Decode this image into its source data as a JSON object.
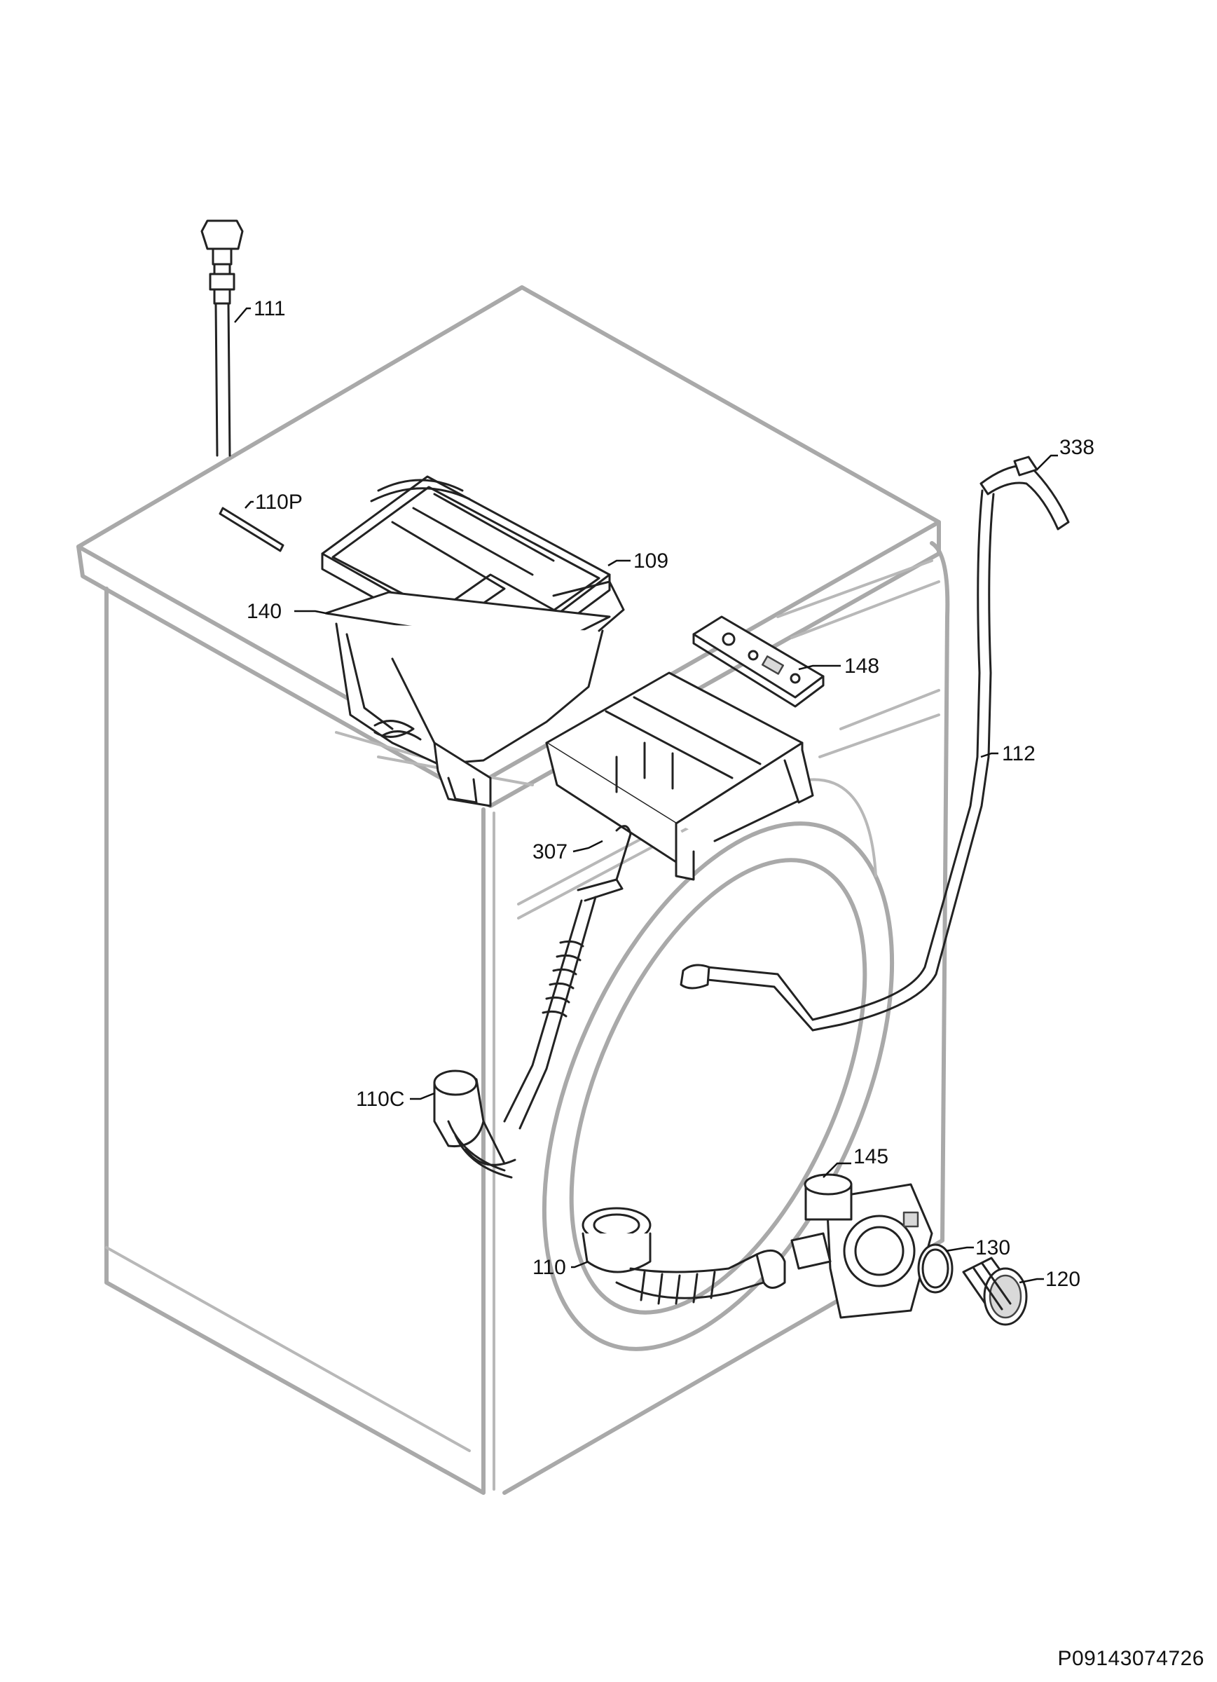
{
  "callouts": {
    "c111": "111",
    "c110P": "110P",
    "c109": "109",
    "c140": "140",
    "c148": "148",
    "c338": "338",
    "c112": "112",
    "c307": "307",
    "c110C": "110C",
    "c145": "145",
    "c130": "130",
    "c120": "120",
    "c110": "110"
  },
  "document_id": "P09143074726"
}
